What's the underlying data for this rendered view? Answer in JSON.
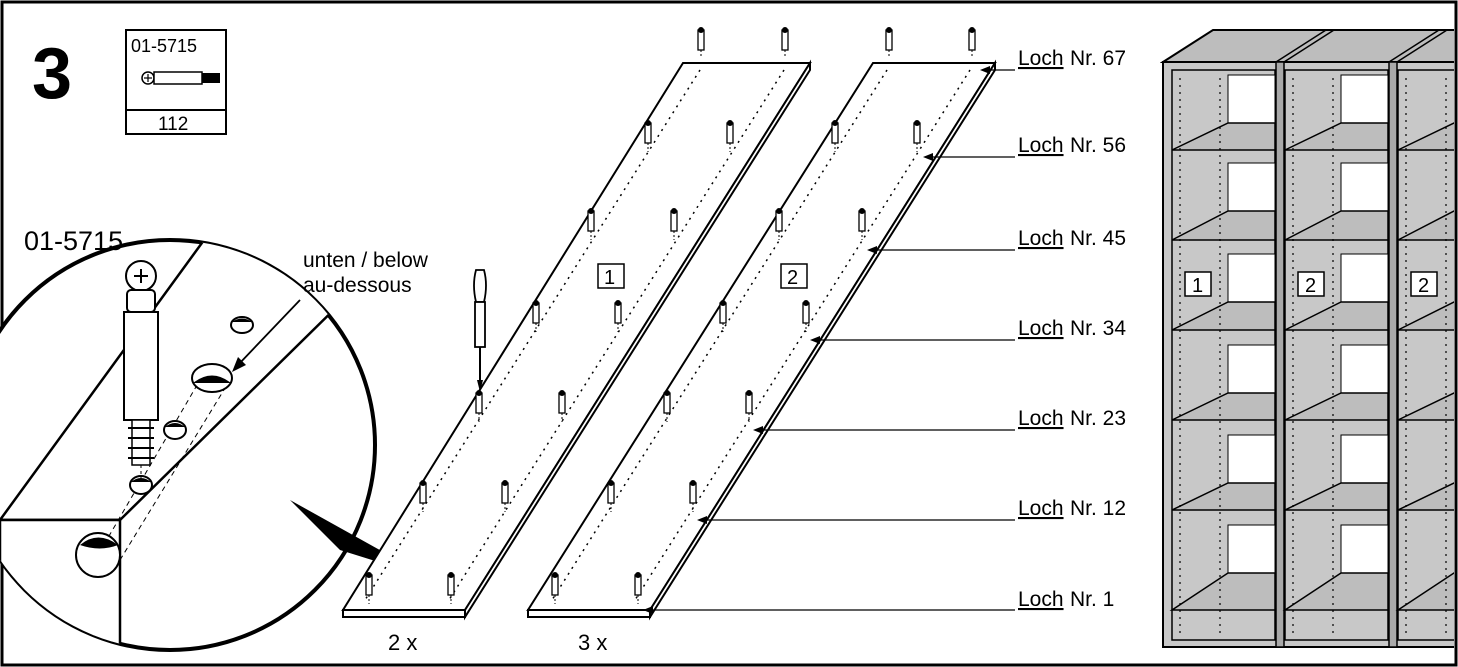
{
  "step": {
    "number": "3"
  },
  "part_box": {
    "part_number": "01-5715",
    "quantity": "112"
  },
  "detail": {
    "part_number": "01-5715",
    "note_line1": "unten / below",
    "note_line2": "au-dessous"
  },
  "panels": [
    {
      "tag": "1",
      "count": "2 x"
    },
    {
      "tag": "2",
      "count": "3 x"
    }
  ],
  "holes": [
    {
      "word": "Loch",
      "number": "Nr. 67"
    },
    {
      "word": "Loch",
      "number": "Nr. 56"
    },
    {
      "word": "Loch",
      "number": "Nr. 45"
    },
    {
      "word": "Loch",
      "number": "Nr. 34"
    },
    {
      "word": "Loch",
      "number": "Nr. 23"
    },
    {
      "word": "Loch",
      "number": "Nr. 12"
    },
    {
      "word": "Loch",
      "number": "Nr. 1"
    }
  ],
  "shelf_tags": [
    "1",
    "2",
    "2"
  ],
  "colors": {
    "line": "#000000",
    "shelf_fill": "#c8c8c8",
    "shelf_dark": "#a9a9a9",
    "background": "#ffffff"
  }
}
